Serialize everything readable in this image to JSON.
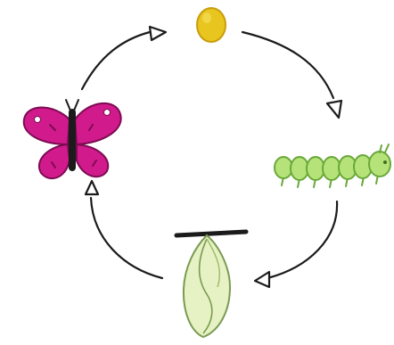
{
  "diagram": {
    "kind": "cycle",
    "stages": [
      {
        "id": "egg",
        "icon": "egg-icon"
      },
      {
        "id": "caterpillar",
        "icon": "caterpillar-icon"
      },
      {
        "id": "chrysalis",
        "icon": "chrysalis-icon"
      },
      {
        "id": "butterfly",
        "icon": "butterfly-icon"
      }
    ],
    "flow": "clockwise"
  },
  "colors": {
    "egg": "#e8c51f",
    "egg_outline": "#c99d0c",
    "caterpillar": "#b6e27a",
    "caterpillar_outline": "#6aa83a",
    "chrysalis": "#e6f2c4",
    "chrysalis_outline": "#7a9a52",
    "butterfly": "#d11a8c",
    "butterfly_outline": "#7c0b52",
    "body": "#1b1b1b",
    "arrow": "#1b1b1b"
  }
}
